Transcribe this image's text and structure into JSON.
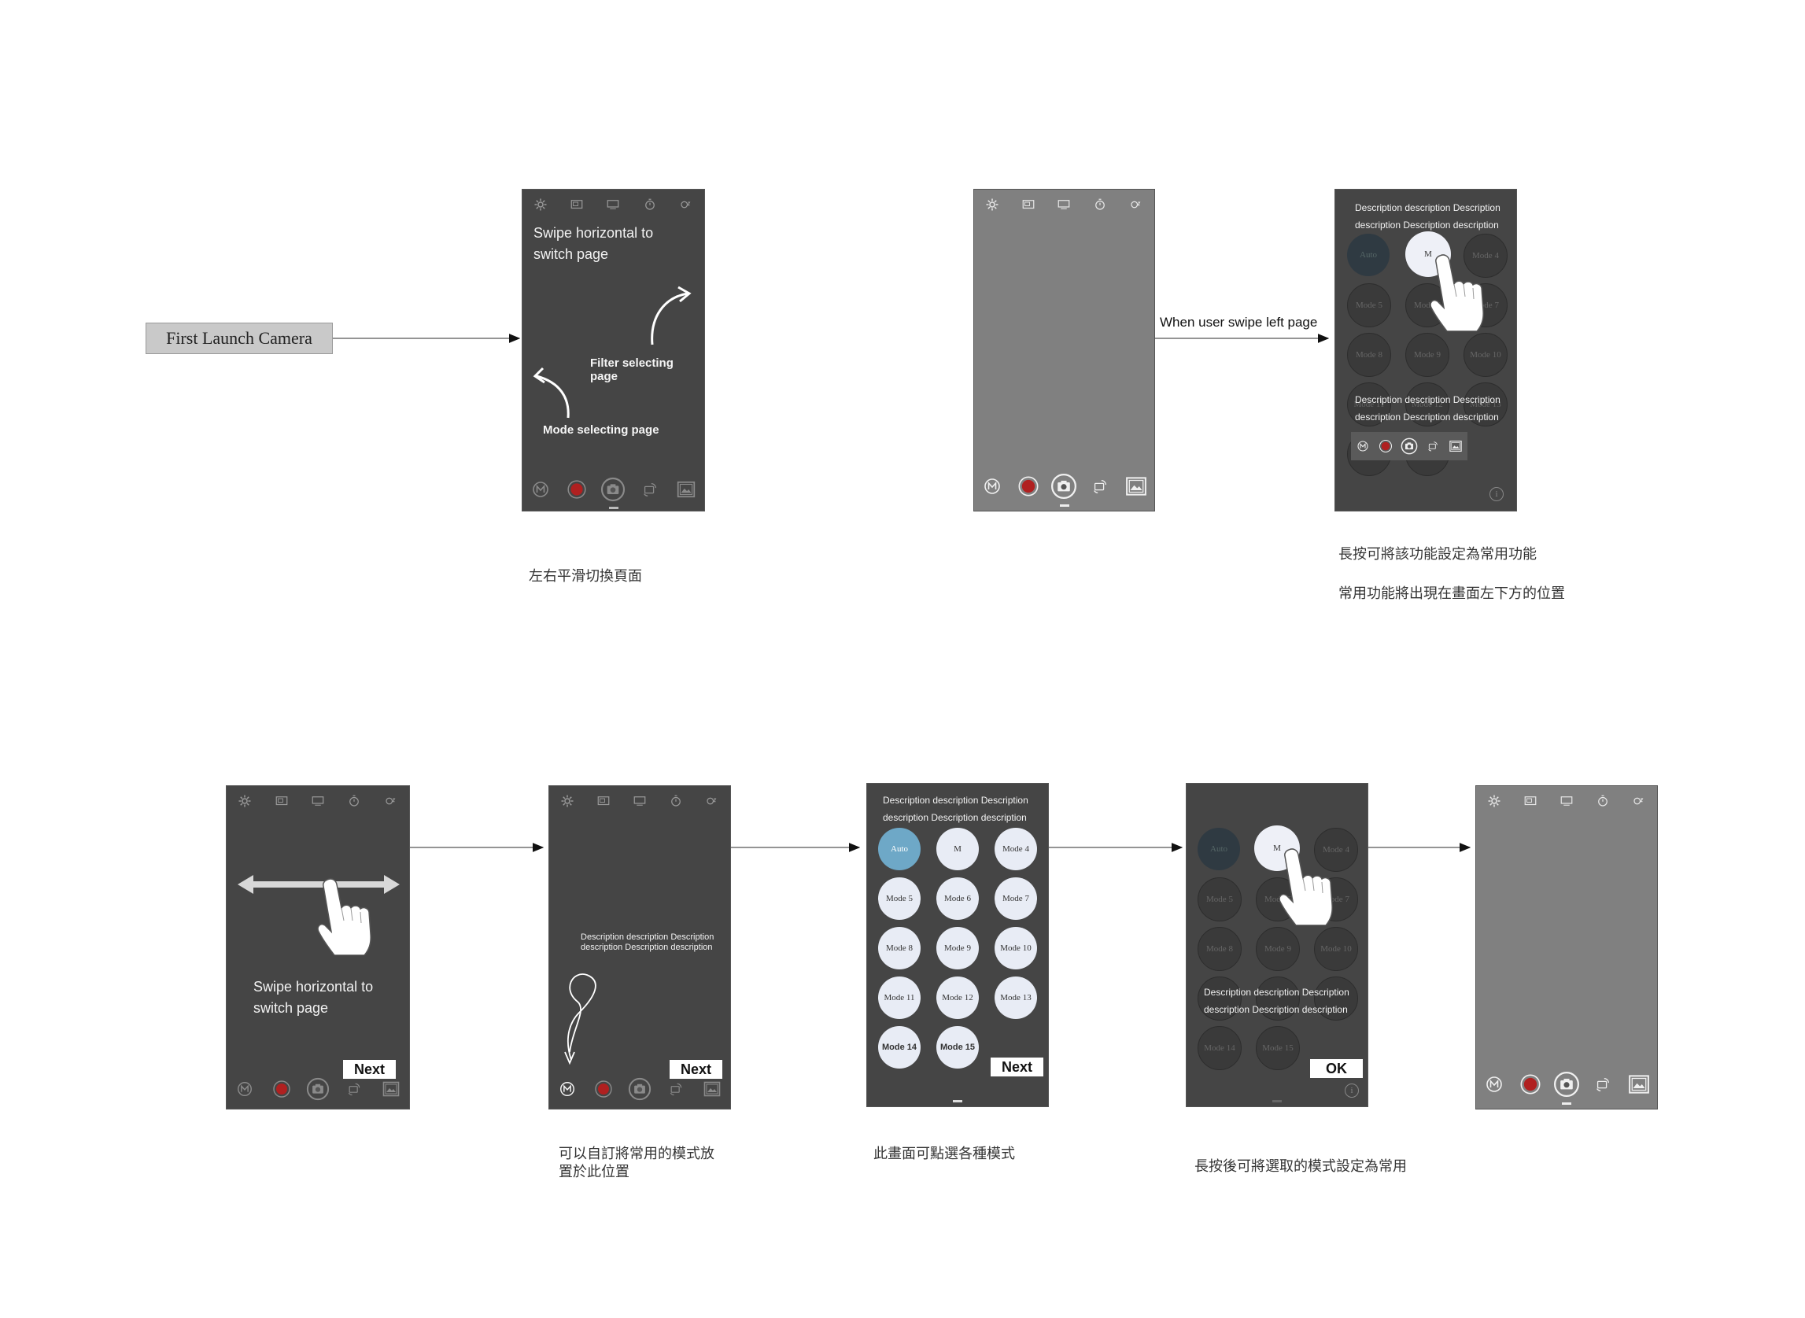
{
  "start_node": "First Launch Camera",
  "edge_label": "When user swipe left page",
  "screen1": {
    "instruction": "Swipe horizontal to switch page",
    "filter_label": "Filter selecting page",
    "mode_label": "Mode selecting page"
  },
  "screen3": {
    "desc_top": "Description description  Description description Description description",
    "desc_bottom": "Description description  Description description Description description",
    "modes": [
      "Auto",
      "M",
      "Mode 4",
      "Mode 5",
      "Mode 6",
      "Mode 7",
      "Mode 8",
      "Mode 9",
      "Mode 10",
      "Mode 11",
      "Mode 12",
      "Mode 13"
    ]
  },
  "screen4": {
    "instruction": "Swipe horizontal to switch page",
    "button": "Next"
  },
  "screen5": {
    "desc": "Description description  Description description Description description",
    "button": "Next"
  },
  "screen6": {
    "desc": "Description description  Description description Description description",
    "modes": [
      "Auto",
      "M",
      "Mode 4",
      "Mode 5",
      "Mode 6",
      "Mode 7",
      "Mode 8",
      "Mode 9",
      "Mode 10",
      "Mode 11",
      "Mode 12",
      "Mode 13",
      "Mode 14",
      "Mode 15"
    ],
    "button": "Next"
  },
  "screen7": {
    "desc": "Description description  Description description Description description",
    "modes": [
      "Auto",
      "M",
      "Mode 4",
      "Mode 5",
      "Mode 6",
      "Mode 7",
      "Mode 8",
      "Mode 9",
      "Mode 10",
      "Mode 14",
      "Mode 15"
    ],
    "button": "OK"
  },
  "captions": {
    "c1": "左右平滑切換頁面",
    "c2a": "長按可將該功能設定為常用功能",
    "c2b": "常用功能將出現在畫面左下方的位置",
    "c3a": "可以自訂將常用的模式放",
    "c3b": "置於此位置",
    "c4": "此畫面可點選各種模式",
    "c5": "長按後可將選取的模式設定為常用"
  },
  "icons": {
    "top": [
      "gear-icon",
      "aspect-ratio-icon",
      "resolution-icon",
      "timer-icon",
      "hdr-icon"
    ],
    "bottom": [
      "mode-m-icon",
      "record-icon",
      "shutter-camera-icon",
      "switch-camera-icon",
      "gallery-icon"
    ]
  },
  "colors": {
    "screen_dark": "#454545",
    "screen_grey": "#808080",
    "mode_auto": "#6ea8c7",
    "record": "#b02020"
  }
}
